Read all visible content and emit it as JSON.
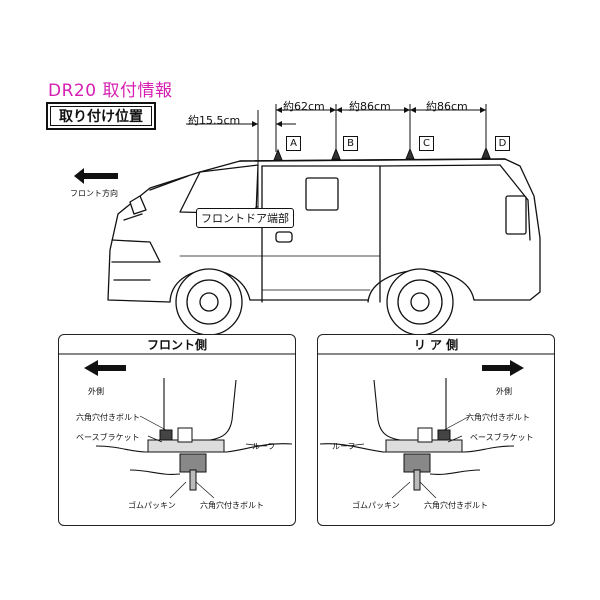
{
  "header": {
    "title": "DR20 取付情報",
    "badge": "取り付け位置"
  },
  "dimensions": {
    "d1": "約15.5cm",
    "d2": "約62cm",
    "d3": "約86cm",
    "d4": "約86cm"
  },
  "positions": [
    "A",
    "B",
    "C",
    "D"
  ],
  "front_label": "フロント方向",
  "door_label": "フロントドア端部",
  "front_panel": {
    "title": "フロント側",
    "direction": "外側",
    "labels": {
      "hex_bolt_top": "六角穴付きボルト",
      "base_bracket": "ベースブラケット",
      "roof": "ルーフ",
      "rubber": "ゴムパッキン",
      "hex_bolt_bottom": "六角穴付きボルト"
    }
  },
  "rear_panel": {
    "title": "リ ア 側",
    "direction": "外側",
    "labels": {
      "hex_bolt_top": "六角穴付きボルト",
      "base_bracket": "ベースブラケット",
      "roof": "ルーフ",
      "rubber": "ゴムパッキン",
      "hex_bolt_bottom": "六角穴付きボルト"
    }
  },
  "colors": {
    "title": "#d61fb1",
    "line": "#111111"
  }
}
